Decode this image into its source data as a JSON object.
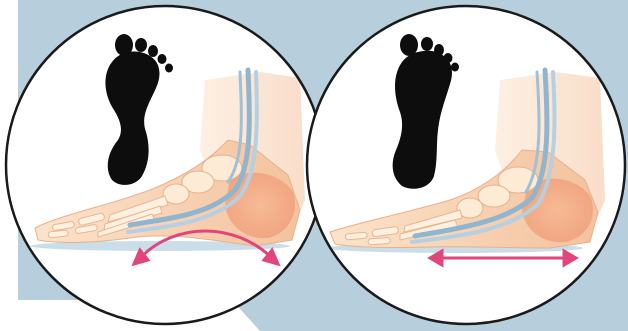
{
  "figure": {
    "panels": [
      {
        "id": "normal-arch",
        "footprint": "narrow-arch",
        "arch_arrow": "curved",
        "arrow_color": "#e0457b"
      },
      {
        "id": "flat-foot",
        "footprint": "flat-wide",
        "arch_arrow": "straight",
        "arrow_color": "#e0457b"
      }
    ],
    "colors": {
      "background_band": "#b7cfdc",
      "circle_stroke": "#1a1a1a",
      "skin": "#f9d7b6",
      "bone": "#fbe7cf",
      "tendon": "#a9c7dc",
      "footprint": "#0d0d0d"
    }
  }
}
